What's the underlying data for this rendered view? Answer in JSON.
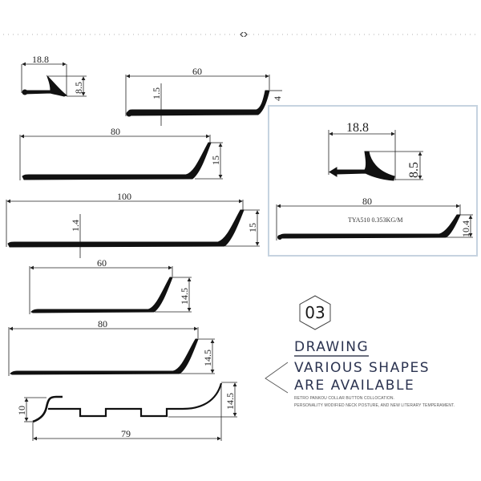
{
  "header": {
    "divider": "dotted-line-with-diamond"
  },
  "drawings": {
    "small_profile": {
      "width_label": "18.8",
      "height_label": "8.5"
    },
    "profile_60_top": {
      "width_label": "60",
      "thickness_label": "1.5",
      "height_label": "4"
    },
    "profile_80_a": {
      "width_label": "80",
      "height_label": "15"
    },
    "profile_100": {
      "width_label": "100",
      "thickness_label": "1.4",
      "height_label": "15"
    },
    "profile_60_b": {
      "width_label": "60",
      "height_label": "14.5"
    },
    "profile_80_b": {
      "width_label": "80",
      "height_label": "14.5"
    },
    "profile_79": {
      "width_label": "79",
      "left_height_label": "10",
      "right_height_label": "14.5"
    }
  },
  "highlight_box": {
    "top_profile": {
      "width_label": "18.8",
      "height_label": "8.5"
    },
    "bottom_profile": {
      "width_label": "80",
      "height_label": "10.4",
      "spec": "TYA510  0.353KG/M"
    },
    "border_color": "#c6d3e0"
  },
  "info": {
    "badge_number": "03",
    "title": "DRAWING",
    "headline_line1": "VARIOUS SHAPES",
    "headline_line2": "ARE AVAILABLE",
    "subtext_line1": "RETRO PANKOU COLLAR BUTTON COLLOCATION.",
    "subtext_line2": "PERSONALITY MODIFIED NECK POSTURE, AND NEW LITERARY TEMPERAMENT.",
    "text_color": "#2b3350",
    "underline_color": "#6b6f7e"
  }
}
